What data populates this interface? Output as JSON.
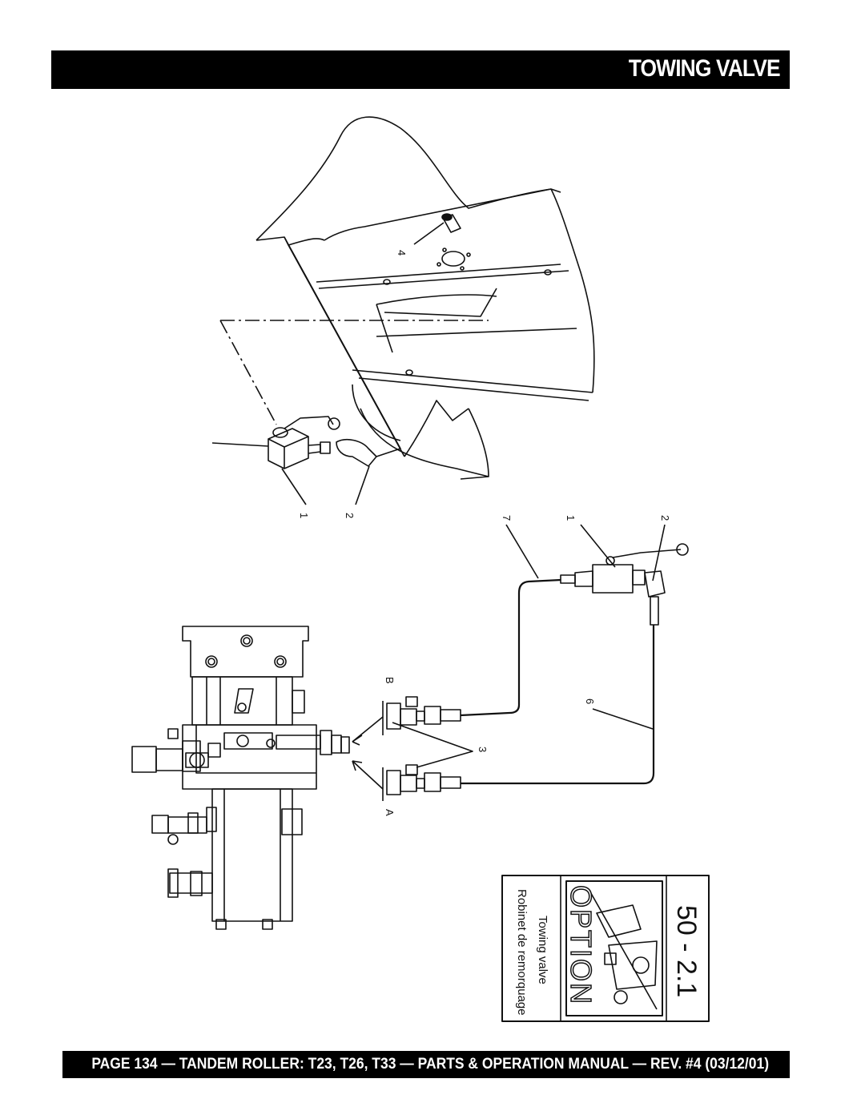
{
  "header": {
    "title": "TOWING VALVE"
  },
  "diagram": {
    "callouts": [
      "1",
      "2",
      "3",
      "4",
      "6",
      "7"
    ],
    "port_b": "B",
    "port_a": "A"
  },
  "option_panel": {
    "code": "50 - 2.1",
    "banner": "OPTION",
    "caption_en": "Towing valve",
    "caption_fr": "Robinet de remorquage"
  },
  "footer": {
    "text": "PAGE 134 — TANDEM ROLLER: T23, T26, T33 — PARTS & OPERATION MANUAL — REV. #4 (03/12/01)"
  }
}
